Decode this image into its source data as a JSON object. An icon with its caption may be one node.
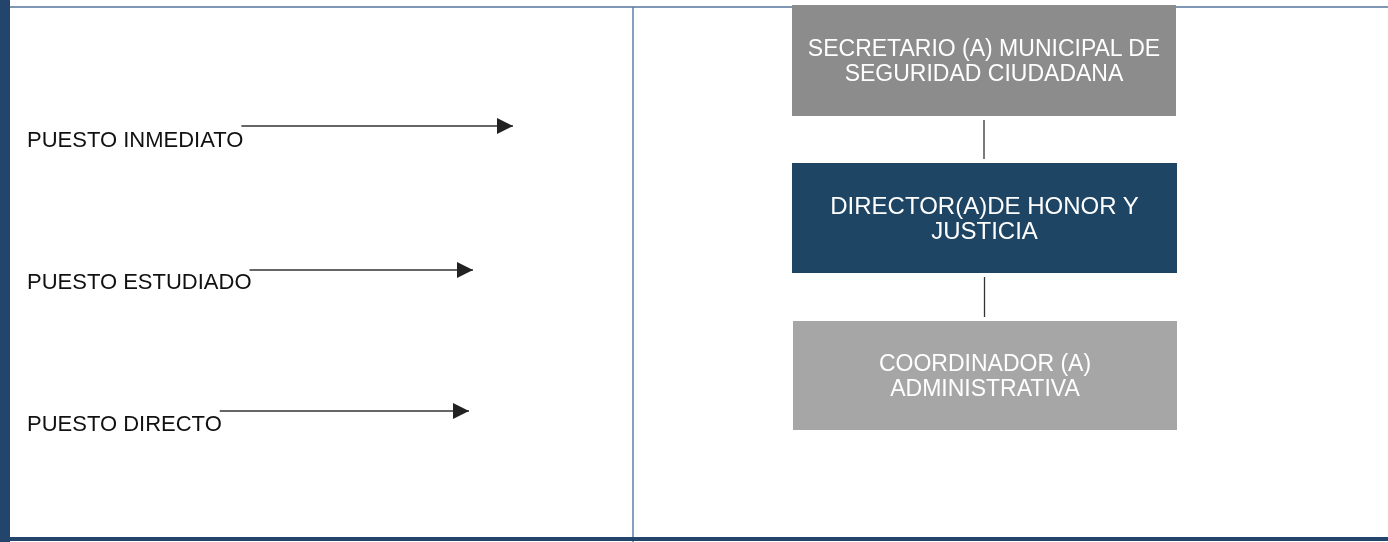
{
  "diagram": {
    "nodes": [
      {
        "text": [
          "PUESTO INMEDIATO"
        ]
      },
      {
        "text": [
          "PUESTO ESTUDIADO"
        ]
      },
      {
        "text": [
          "PUESTO DIRECTO"
        ]
      },
      {
        "text": [
          "SECRETARIO (A) MUNICIPAL DE SEGURIDAD CIUDADANA"
        ]
      },
      {
        "text": [
          "DIRECTOR(A)DE HONOR Y JUSTICIA"
        ]
      },
      {
        "text": [
          "COORDINADOR (A) ADMINISTRATIVA"
        ]
      }
    ],
    "edges": [
      {
        "from": 0,
        "to": null,
        "arrow": "to"
      },
      {
        "from": 1,
        "to": null,
        "arrow": "to"
      },
      {
        "from": 2,
        "to": null,
        "arrow": "to"
      },
      {
        "from": 3,
        "to": 4,
        "arrow": "none"
      },
      {
        "from": 4,
        "to": 5,
        "arrow": "none"
      }
    ]
  }
}
